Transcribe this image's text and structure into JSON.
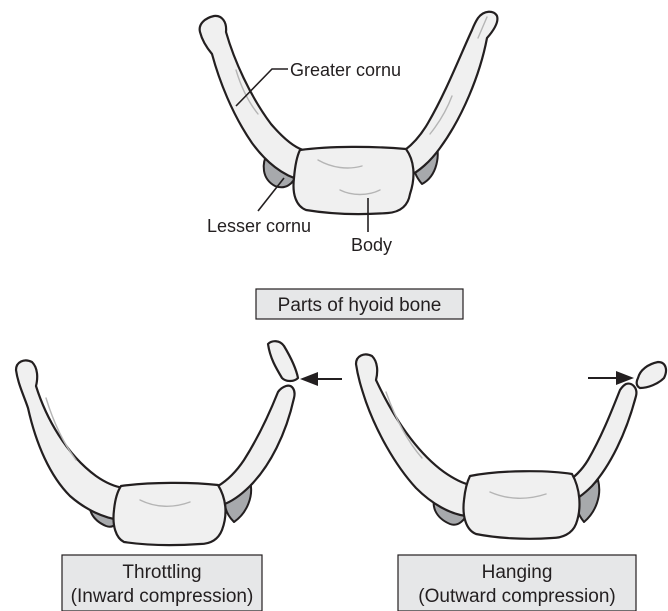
{
  "labels": {
    "greater_cornu": "Greater cornu",
    "lesser_cornu": "Lesser cornu",
    "body": "Body"
  },
  "captions": {
    "parts": "Parts of hyoid bone",
    "throttling_line1": "Throttling",
    "throttling_line2": "(Inward compression)",
    "hanging_line1": "Hanging",
    "hanging_line2": "(Outward compression)"
  },
  "colors": {
    "bone_fill": "#f0f0f0",
    "lesser_cornu_fill": "#a7a9ac",
    "caption_box_fill": "#e6e7e8",
    "outline": "#231f20"
  }
}
